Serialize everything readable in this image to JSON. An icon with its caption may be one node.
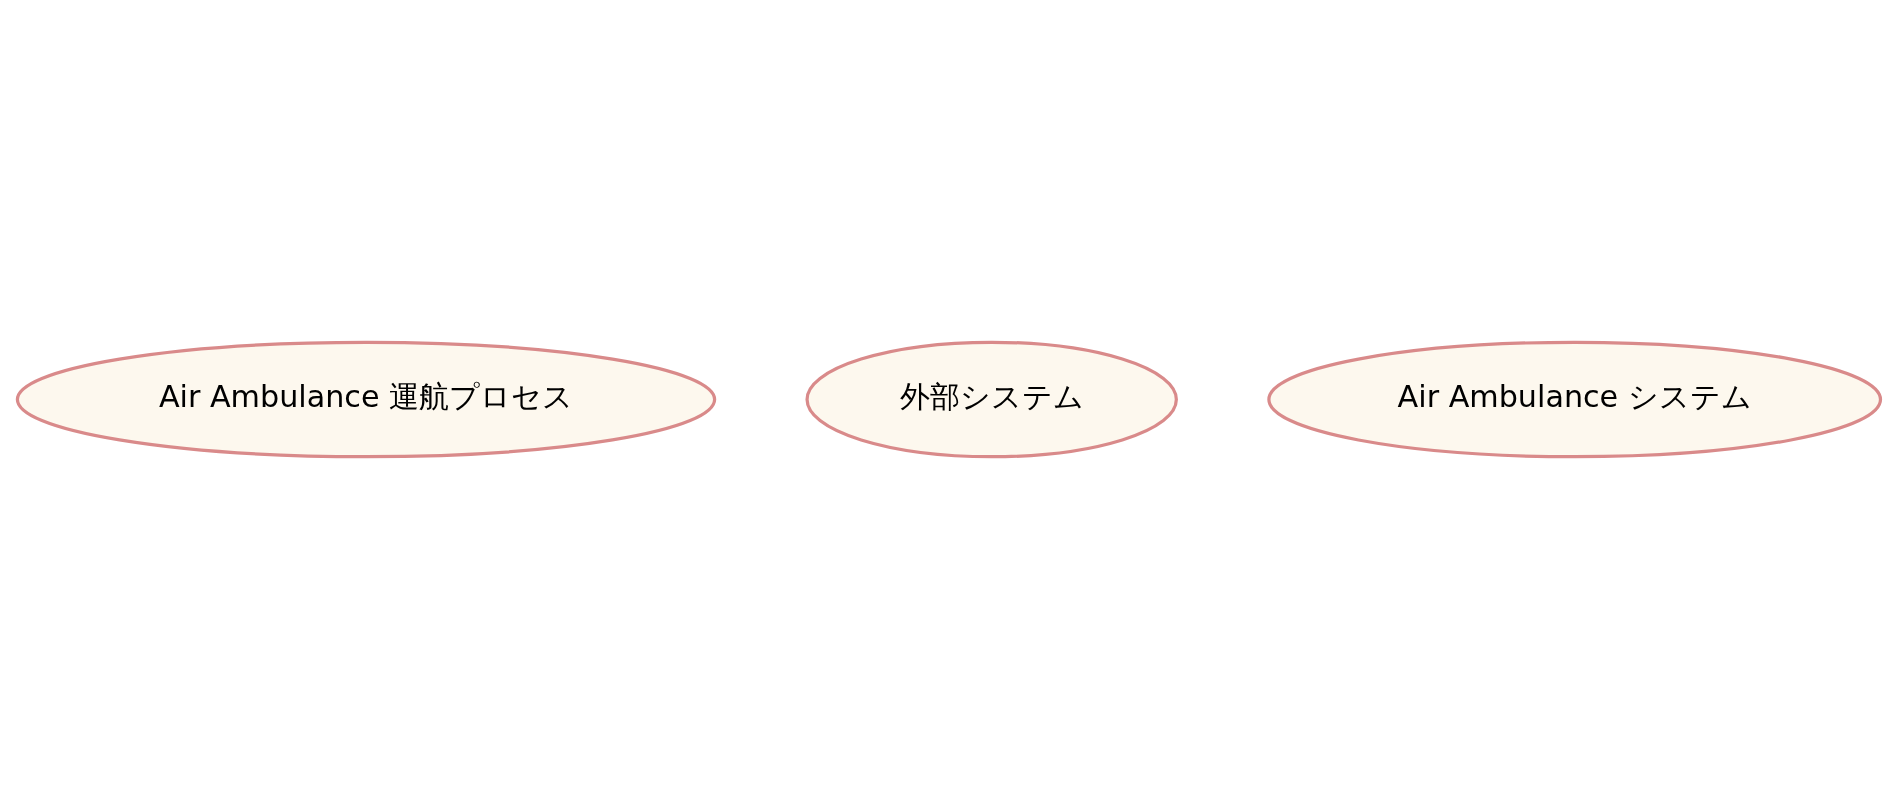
{
  "diagram": {
    "nodes": [
      {
        "text": [
          "Air Ambulance 運航プロセス"
        ]
      },
      {
        "text": [
          "外部システム"
        ]
      },
      {
        "text": [
          "Air Ambulance システム"
        ]
      }
    ]
  }
}
